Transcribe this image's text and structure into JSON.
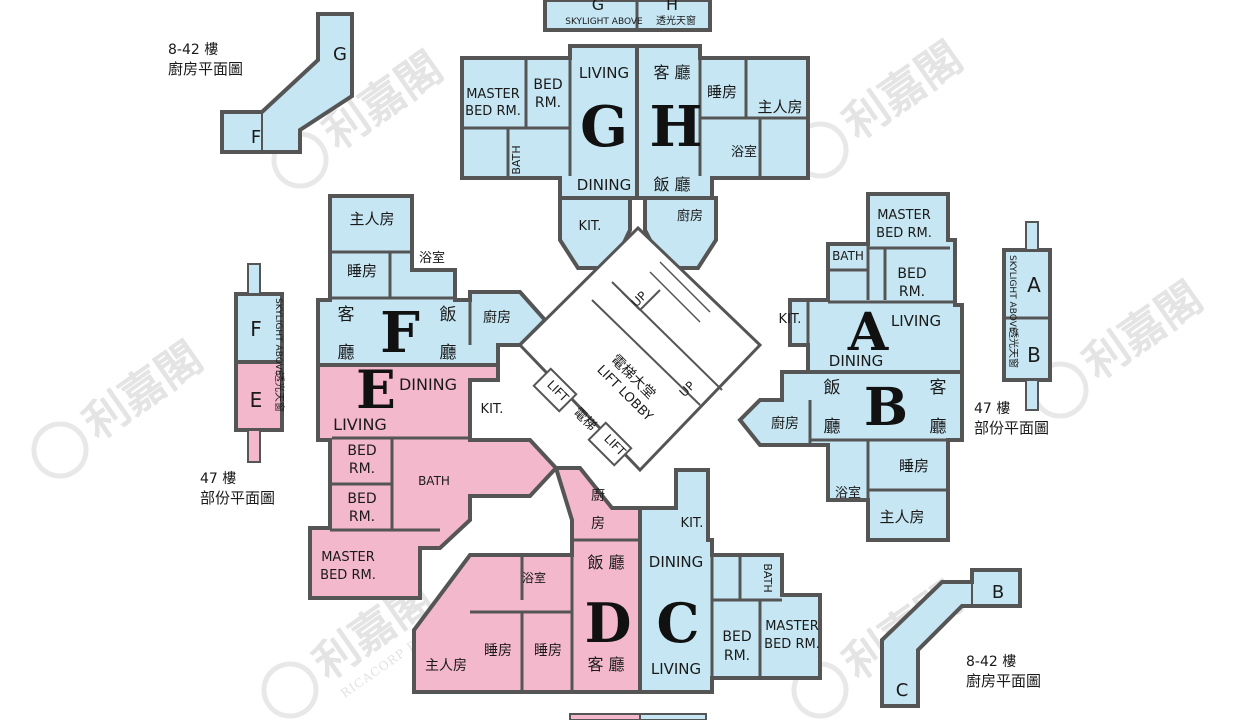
{
  "colors": {
    "blue": "#c5e6f2",
    "pink": "#f3b8cc",
    "wall": "#555555",
    "core": "#ffffff"
  },
  "watermark": {
    "brand": "利嘉閣",
    "sub": "RICACORP PROPERTIES"
  },
  "units": {
    "G": {
      "letter": "G",
      "living": "LIVING",
      "dining": "DINING",
      "master": "MASTER",
      "master2": "BED RM.",
      "bed": "BED",
      "bed2": "RM.",
      "bath": "BATH",
      "kit": "KIT."
    },
    "H": {
      "letter": "H",
      "living": "客 廳",
      "dining": "飯 廳",
      "master": "主人房",
      "bed": "睡房",
      "bath": "浴室",
      "kit": "廚房"
    },
    "A": {
      "letter": "A",
      "living": "LIVING",
      "dining": "DINING",
      "master": "MASTER",
      "master2": "BED RM.",
      "bed": "BED",
      "bed2": "RM.",
      "bath": "BATH",
      "kit": "KIT."
    },
    "B": {
      "letter": "B",
      "living_a": "客",
      "living_b": "廳",
      "dining_a": "飯",
      "dining_b": "廳",
      "master": "主人房",
      "bed": "睡房",
      "bath": "浴室",
      "kit": "廚房"
    },
    "F": {
      "letter": "F",
      "living_a": "客",
      "living_b": "廳",
      "dining_a": "飯",
      "dining_b": "廳",
      "master": "主人房",
      "bed": "睡房",
      "bath": "浴室",
      "kit": "廚房"
    },
    "E": {
      "letter": "E",
      "living": "LIVING",
      "dining": "DINING",
      "master": "MASTER",
      "master2": "BED RM.",
      "bed": "BED",
      "bed2": "RM.",
      "bath": "BATH",
      "kit": "KIT."
    },
    "D": {
      "letter": "D",
      "living": "客 廳",
      "dining": "飯 廳",
      "master": "主人房",
      "bed": "睡房",
      "bath": "浴室",
      "kit_a": "廚",
      "kit_b": "房"
    },
    "C": {
      "letter": "C",
      "living": "LIVING",
      "dining": "DINING",
      "master": "MASTER",
      "master2": "BED RM.",
      "bed": "BED",
      "bed2": "RM.",
      "bath": "BATH",
      "kit": "KIT."
    }
  },
  "core": {
    "lobby_cn": "電梯大堂",
    "lobby_en": "LIFT LOBBY",
    "lift": "LIFT",
    "lift_cn": "電梯",
    "up": "UP"
  },
  "top_strip": {
    "g": "G",
    "h": "H",
    "skylight": "SKYLIGHT ABOVE",
    "skylight_cn": "透光天窗"
  },
  "insets": {
    "topleft": {
      "floors": "8-42 樓",
      "title": "廚房平面圖",
      "g": "G",
      "f": "F"
    },
    "right_ab": {
      "a": "A",
      "b": "B",
      "skylight": "SKYLIGHT ABOVE",
      "skylight_cn": "透光天窗",
      "floors": "47 樓",
      "title": "部份平面圖"
    },
    "left_fe": {
      "f": "F",
      "e": "E",
      "skylight": "SKYLIGHT ABOVE",
      "skylight_cn": "透光天窗",
      "floors": "47 樓",
      "title": "部份平面圖"
    },
    "bottomright": {
      "b": "B",
      "c": "C",
      "floors": "8-42 樓",
      "title": "廚房平面圖"
    }
  }
}
